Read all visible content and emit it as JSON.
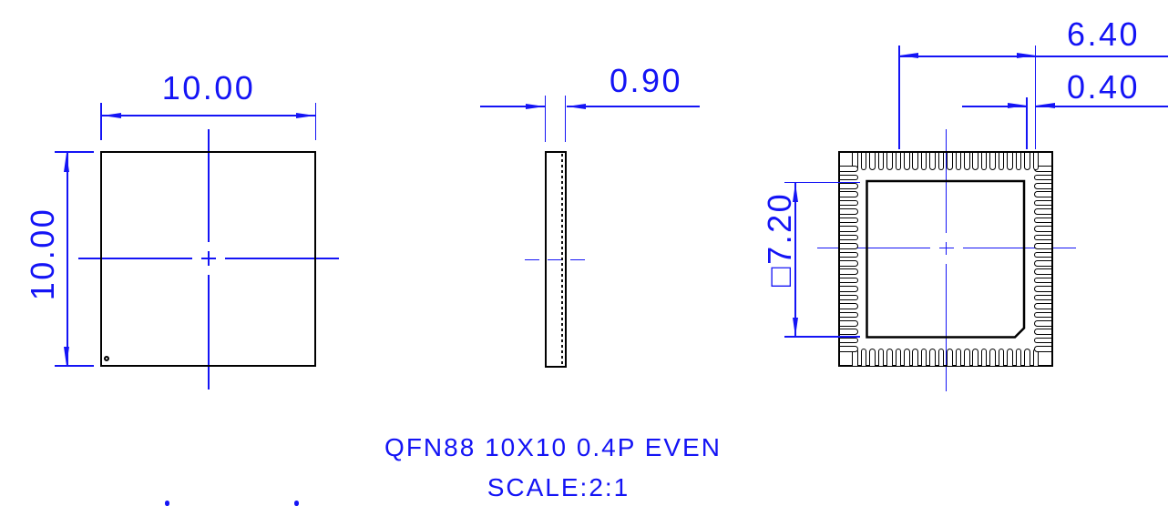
{
  "title": {
    "line1": "QFN88 10X10 0.4P EVEN",
    "line2": "SCALE:2:1"
  },
  "colors": {
    "dimension_blue": "#1414f5",
    "outline_black": "#000000"
  },
  "views": {
    "top": {
      "width_dim": "10.00",
      "height_dim": "10.00"
    },
    "side": {
      "thickness_dim": "0.90"
    },
    "bottom": {
      "lead_span_dim": "6.40",
      "lead_pitch_dim": "0.40",
      "exposed_pad_dim": "□7.20",
      "pads_per_side": 22
    }
  }
}
